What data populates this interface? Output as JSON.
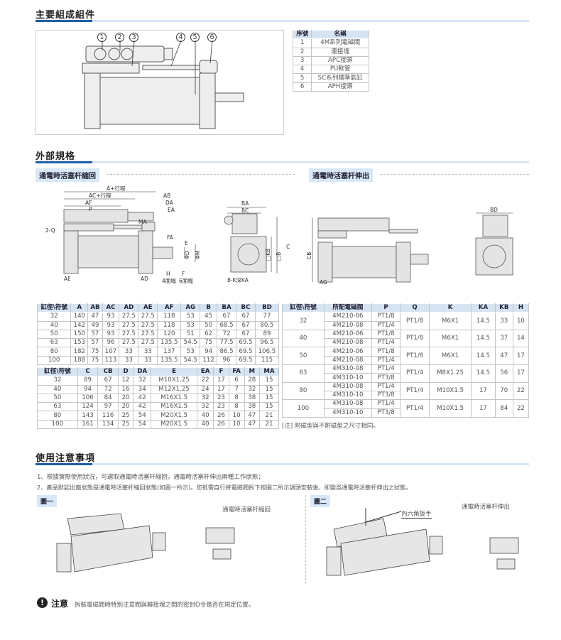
{
  "sections": {
    "components": "主要組成組件",
    "external": "外部規格",
    "precautions": "使用注意事項"
  },
  "components": {
    "callouts": [
      "1",
      "2",
      "3",
      "4",
      "5",
      "6"
    ],
    "headers": [
      "序號",
      "名稱"
    ],
    "rows": [
      [
        "1",
        "4M系列電磁閥"
      ],
      [
        "2",
        "連接塊"
      ],
      [
        "3",
        "APC接頭"
      ],
      [
        "4",
        "PU軟管"
      ],
      [
        "5",
        "SC系列標準氣缸"
      ],
      [
        "6",
        "APH接頭"
      ]
    ]
  },
  "external": {
    "retract_title": "通電時活塞杆縮回",
    "extend_title": "通電時活塞杆伸出",
    "dim_labels": [
      "A+行程",
      "AC+行程",
      "AF",
      "P",
      "2-Q",
      "MA",
      "AB",
      "DA",
      "EA",
      "FA",
      "E",
      "ΦD",
      "ΦM",
      "AE",
      "AD",
      "H",
      "F",
      "4面幅",
      "6面幅",
      "BA",
      "BC",
      "□KB",
      "□B",
      "C",
      "8-K深KA",
      "CB",
      "AG",
      "BD"
    ],
    "table1": {
      "headers": [
        "缸徑\\符號",
        "A",
        "AB",
        "AC",
        "AD",
        "AE",
        "AF",
        "AG",
        "B",
        "BA",
        "BC",
        "BD"
      ],
      "rows": [
        [
          "32",
          "140",
          "47",
          "93",
          "27.5",
          "27.5",
          "118",
          "53",
          "45",
          "67",
          "67",
          "77"
        ],
        [
          "40",
          "142",
          "49",
          "93",
          "27.5",
          "27.5",
          "118",
          "53",
          "50",
          "68.5",
          "67",
          "80.5"
        ],
        [
          "50",
          "150",
          "57",
          "93",
          "27.5",
          "27.5",
          "120",
          "51",
          "62",
          "72",
          "67",
          "89"
        ],
        [
          "63",
          "153",
          "57",
          "96",
          "27.5",
          "27.5",
          "135.5",
          "54.5",
          "75",
          "77.5",
          "69.5",
          "96.5"
        ],
        [
          "80",
          "182",
          "75",
          "107",
          "33",
          "33",
          "137",
          "53",
          "94",
          "86.5",
          "69.5",
          "106.5"
        ],
        [
          "100",
          "188",
          "75",
          "113",
          "33",
          "33",
          "135.5",
          "54.5",
          "112",
          "96",
          "69.5",
          "115"
        ]
      ]
    },
    "table2": {
      "headers": [
        "缸徑\\符號",
        "C",
        "CB",
        "D",
        "DA",
        "E",
        "EA",
        "F",
        "FA",
        "M",
        "MA"
      ],
      "rows": [
        [
          "32",
          "89",
          "67",
          "12",
          "32",
          "M10X1.25",
          "22",
          "17",
          "6",
          "28",
          "15"
        ],
        [
          "40",
          "94",
          "72",
          "16",
          "34",
          "M12X1.25",
          "24",
          "17",
          "7",
          "32",
          "15"
        ],
        [
          "50",
          "106",
          "84",
          "20",
          "42",
          "M16X1.5",
          "32",
          "23",
          "8",
          "38",
          "15"
        ],
        [
          "63",
          "124",
          "97",
          "20",
          "42",
          "M16X1.5",
          "32",
          "23",
          "8",
          "38",
          "15"
        ],
        [
          "80",
          "143",
          "116",
          "25",
          "54",
          "M20X1.5",
          "40",
          "26",
          "10",
          "47",
          "21"
        ],
        [
          "100",
          "161",
          "134",
          "25",
          "54",
          "M20X1.5",
          "40",
          "26",
          "10",
          "47",
          "21"
        ]
      ]
    },
    "table3": {
      "headers": [
        "缸徑\\符號",
        "所配電磁閥",
        "P",
        "Q",
        "K",
        "KA",
        "KB",
        "H"
      ],
      "groups": [
        {
          "bore": "32",
          "valves": [
            "4M210-06",
            "4M210-08"
          ],
          "p": [
            "PT1/8",
            "PT1/4"
          ],
          "q": "PT1/8",
          "k": "M6X1",
          "ka": "14.5",
          "kb": "33",
          "h": "10"
        },
        {
          "bore": "40",
          "valves": [
            "4M210-06",
            "4M210-08"
          ],
          "p": [
            "PT1/8",
            "PT1/4"
          ],
          "q": "PT1/8",
          "k": "M6X1",
          "ka": "14.5",
          "kb": "37",
          "h": "14"
        },
        {
          "bore": "50",
          "valves": [
            "4M210-06",
            "4M210-08"
          ],
          "p": [
            "PT1/8",
            "PT1/4"
          ],
          "q": "PT1/8",
          "k": "M6X1",
          "ka": "14.5",
          "kb": "47",
          "h": "17"
        },
        {
          "bore": "63",
          "valves": [
            "4M310-08",
            "4M310-10"
          ],
          "p": [
            "PT1/4",
            "PT3/8"
          ],
          "q": "PT1/4",
          "k": "M8X1.25",
          "ka": "14.5",
          "kb": "56",
          "h": "17"
        },
        {
          "bore": "80",
          "valves": [
            "4M310-08",
            "4M310-10"
          ],
          "p": [
            "PT1/4",
            "PT3/8"
          ],
          "q": "PT1/4",
          "k": "M10X1.5",
          "ka": "17",
          "kb": "70",
          "h": "22"
        },
        {
          "bore": "100",
          "valves": [
            "4M310-08",
            "4M310-10"
          ],
          "p": [
            "PT1/4",
            "PT3/8"
          ],
          "q": "PT1/4",
          "k": "M10X1.5",
          "ka": "17",
          "kb": "84",
          "h": "22"
        }
      ],
      "note": "[注] 附磁型與不附磁型之尺寸相同。"
    }
  },
  "precautions": {
    "items": [
      "1、根據實際使用狀況，可選取通電時活塞杆縮回，通電時活塞杆伸出兩種工作狀態；",
      "2、產品默認出廠狀態是通電時活塞杆縮回狀態(如圖一所示)。您祗需自行將電磁閥拆下按圖二所示調頭安裝後，即變爲通電時活塞杆伸出之狀態。"
    ],
    "fig1_label": "圖一",
    "fig1_caption": "通電時活塞杆縮回",
    "fig2_label": "圖二",
    "fig2_caption": "通電時活塞杆伸出",
    "wrench_label": "內六角扳手",
    "warning_title": "注意",
    "warning_text": "拆裝電磁閥時特別注意閥與聯接塊之間的密封O令是否在規定位置。"
  }
}
